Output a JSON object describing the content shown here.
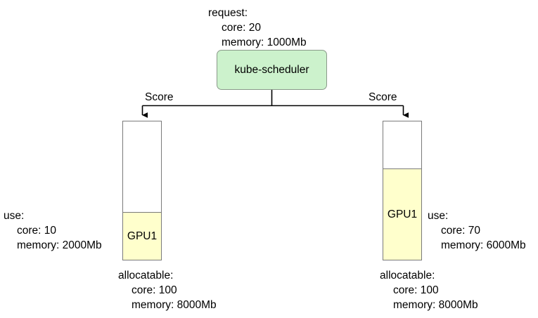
{
  "diagram": {
    "title": "kube-scheduler GPU scoring diagram",
    "colors": {
      "scheduler_fill": "#ccf2cc",
      "scheduler_stroke": "#8a9a8a",
      "gpu_fill": "#ffffcc",
      "gpu_stroke": "#7a7a7a",
      "background": "#ffffff",
      "text": "#000000"
    },
    "request": {
      "heading": "request:",
      "core": "core: 20",
      "memory": "memory: 1000Mb"
    },
    "scheduler": {
      "label": "kube-scheduler"
    },
    "edges": [
      {
        "label": "Score",
        "side": "left"
      },
      {
        "label": "Score",
        "side": "right"
      }
    ],
    "nodes": [
      {
        "id": "gpu-left",
        "label": "GPU1",
        "used_fraction": 0.34,
        "use": {
          "heading": "use:",
          "core": "core: 10",
          "memory": "memory: 2000Mb"
        },
        "allocatable": {
          "heading": "allocatable:",
          "core": "core: 100",
          "memory": "memory: 8000Mb"
        }
      },
      {
        "id": "gpu-right",
        "label": "GPU1",
        "used_fraction": 0.65,
        "use": {
          "heading": "use:",
          "core": "core: 70",
          "memory": "memory: 6000Mb"
        },
        "allocatable": {
          "heading": "allocatable:",
          "core": "core: 100",
          "memory": "memory: 8000Mb"
        }
      }
    ]
  }
}
